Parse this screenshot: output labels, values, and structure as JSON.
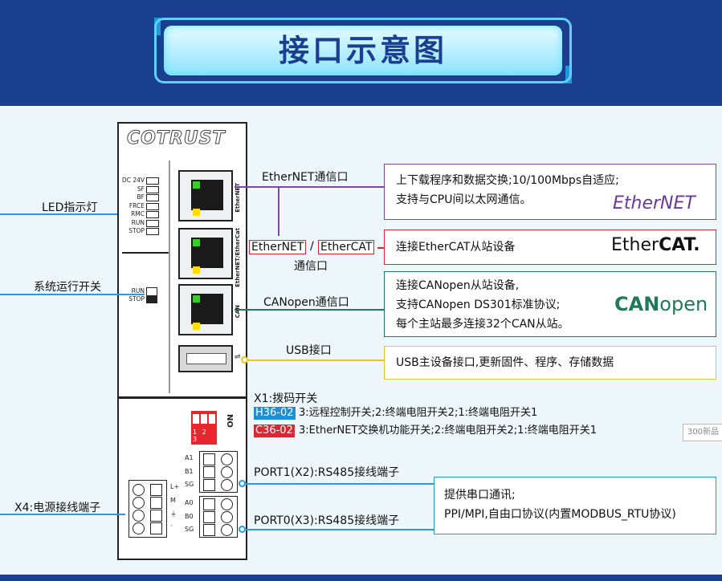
{
  "header": {
    "title": "接口示意图"
  },
  "device": {
    "logo": "COTRUST",
    "leds": [
      "DC 24V",
      "SF",
      "BF",
      "FRCE",
      "RMC",
      "RUN",
      "STOP"
    ],
    "switch_labels": [
      "RUN",
      "STOP"
    ],
    "port_labels": [
      "EtherNET",
      "EtherNET/EtherCat",
      "CAN"
    ],
    "dip_numbers": "1 2 3",
    "dip_on": "ON",
    "terminal_labels_x2": [
      "A1",
      "B1",
      "SG"
    ],
    "terminal_labels_x3": [
      "A0",
      "B0",
      "SG"
    ],
    "power_labels": [
      "L+",
      "M",
      "⏚",
      "·"
    ]
  },
  "left_labels": {
    "led": "LED指示灯",
    "run_switch": "系统运行开关",
    "power": "X4:电源接线端子"
  },
  "callouts": {
    "ethernet": {
      "title": "EtherNET通信口",
      "lines": [
        "上下载程序和数据交换;10/100Mbps自适应;",
        "支持与CPU间以太网通信。"
      ],
      "logo": "EtherNET",
      "color": "#7a4aa0"
    },
    "ethercat": {
      "tag_a": "EtherNET",
      "slash": "/",
      "tag_b": "EtherCAT",
      "sub": "通信口",
      "lines": [
        "连接EtherCAT从站设备"
      ],
      "logo_a": "Ether",
      "logo_b": "CAT.",
      "color": "#d42a35"
    },
    "canopen": {
      "title": "CANopen通信口",
      "lines": [
        "连接CANopen从站设备,",
        "支持CANopen DS301标准协议;",
        "每个主站最多连接32个CAN从站。"
      ],
      "logo_a": "CAN",
      "logo_b": "open",
      "color": "#1e7a5a"
    },
    "usb": {
      "title": "USB接口",
      "lines": [
        "USB主设备接口,更新固件、程序、存储数据"
      ],
      "color": "#e8c820"
    },
    "dip": {
      "title": "X1:拨码开关",
      "h36_tag": "H36-02",
      "h36_text": "3:远程控制开关;2:终端电阻开关2;1:终端电阻开关1",
      "c36_tag": "C36-02",
      "c36_text": "3:EtherNET交换机功能开关;2:终端电阻开关2;1:终端电阻开关1",
      "badge": "300新品"
    },
    "port1": {
      "title": "PORT1(X2):RS485接线端子"
    },
    "port0": {
      "title": "PORT0(X3):RS485接线端子"
    },
    "serial": {
      "lines": [
        "提供串口通讯;",
        "PPI/MPI,自由口协议(内置MODBUS_RTU协议)"
      ],
      "color": "#2a9ad8"
    }
  }
}
